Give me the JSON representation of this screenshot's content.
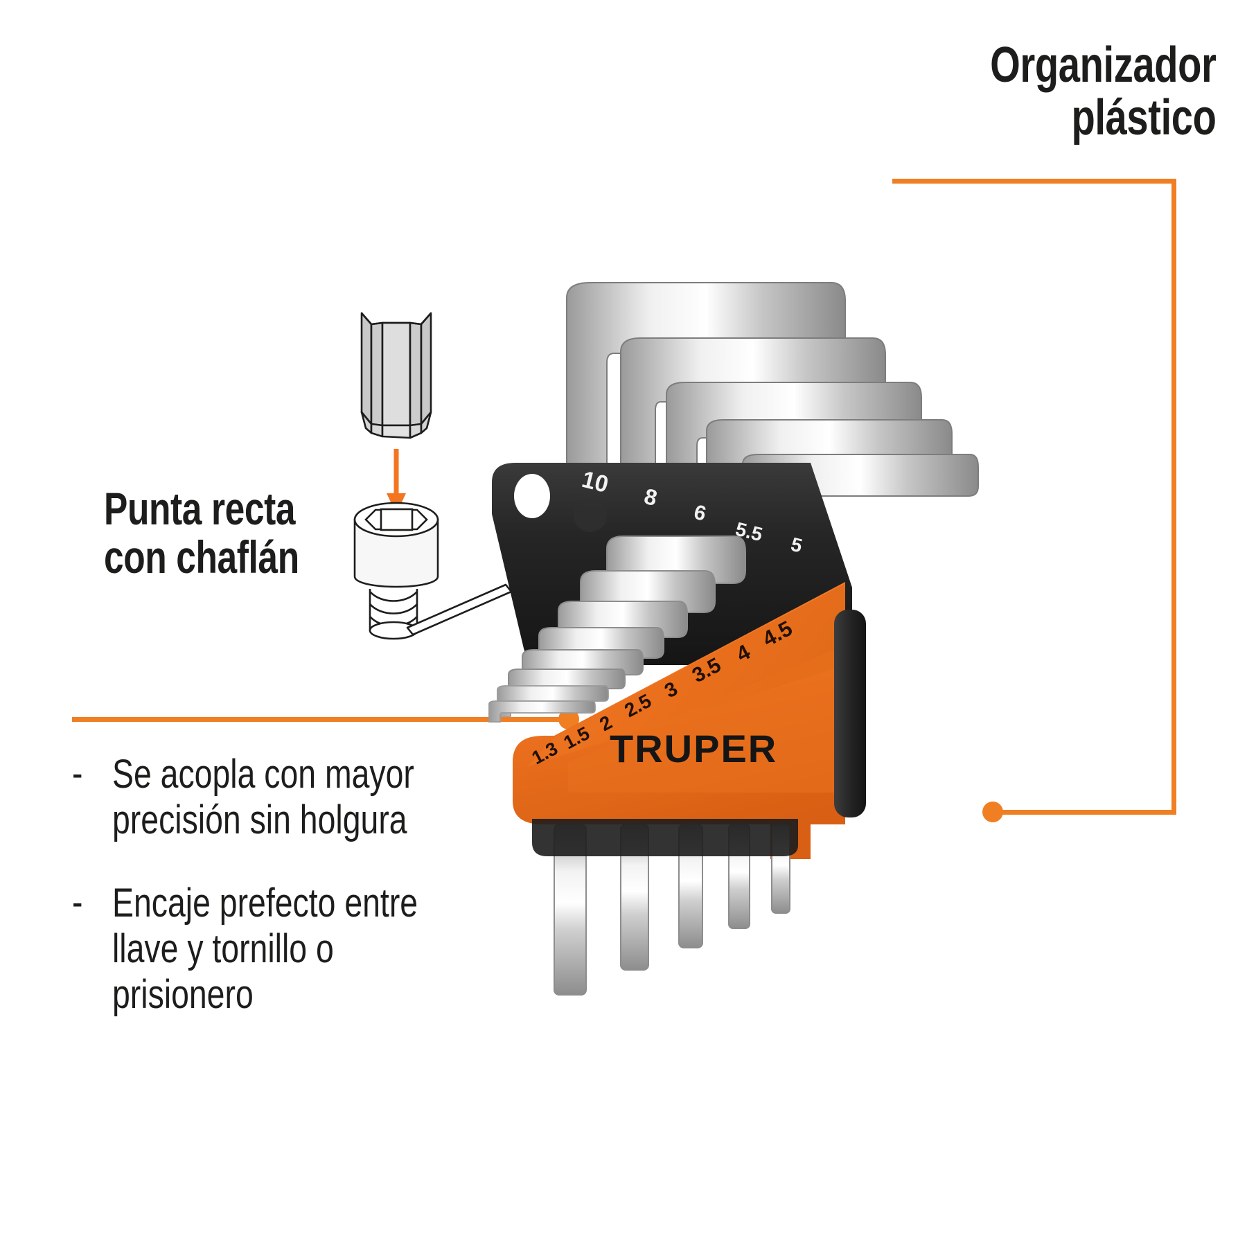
{
  "titles": {
    "right_callout": "Organizador\nplástico",
    "left_callout": "Punta recta\ncon chaflán"
  },
  "bullets": [
    {
      "mark": "-",
      "text": "Se acopla con mayor\nprecisión sin holgura"
    },
    {
      "mark": "-",
      "text": "Encaje prefecto entre\nllave y tornillo o\nprisionero"
    }
  ],
  "brand": {
    "name": "TRUPER"
  },
  "keyset": {
    "large_sizes": [
      "10",
      "8",
      "6",
      "5.5",
      "5"
    ],
    "small_sizes": [
      "1.3",
      "1.5",
      "2",
      "2.5",
      "3",
      "3.5",
      "4",
      "4.5"
    ]
  },
  "colors": {
    "accent_orange": "#f07f23",
    "holder_orange": "#ef7521",
    "holder_black": "#2b2b2b",
    "text_dark": "#1d1d1b",
    "metal_light": "#e9e9e9",
    "metal_mid": "#bdbdbd",
    "background": "#ffffff"
  },
  "diagram": {
    "tip_label": "hex-key-tip",
    "screw_label": "socket-head-screw",
    "arrow_label": "insertion-arrow"
  }
}
